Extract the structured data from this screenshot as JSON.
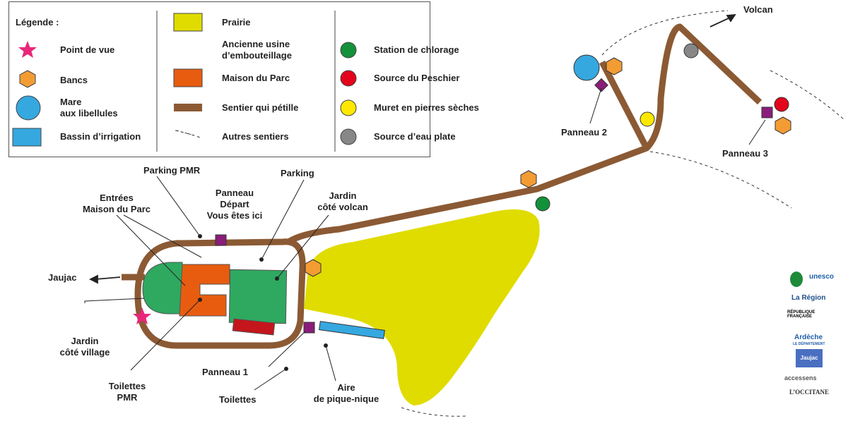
{
  "legend": {
    "title": "Légende :",
    "col1": [
      "Point de vue",
      "Bancs",
      "Mare\naux libellules",
      "Bassin d’irrigation"
    ],
    "col2": [
      "Prairie",
      "Ancienne usine\nd’embouteillage",
      "Maison du Parc",
      "Sentier qui pétille",
      "Autres sentiers"
    ],
    "col3": [
      "Station de chlorage",
      "Source du Peschier",
      "Muret en pierres sèches",
      "Source d’eau plate"
    ]
  },
  "labels": {
    "volcan": "Volcan",
    "panneau2": "Panneau 2",
    "panneau3": "Panneau 3",
    "parking_pmr": "Parking PMR",
    "entrees": "Entrées\nMaison du Parc",
    "panneau_depart": "Panneau\nDépart\nVous êtes ici",
    "parking": "Parking",
    "jardin_volcan": "Jardin\ncôté volcan",
    "jaujac": "Jaujac",
    "jardin_village": "Jardin\ncôté village",
    "toilettes_pmr": "Toilettes\nPMR",
    "panneau1": "Panneau 1",
    "toilettes": "Toilettes",
    "aire": "Aire\nde pique-nique"
  },
  "logos": [
    "unesco",
    "La Région",
    "RÉPUBLIQUE FRANÇAISE",
    "Ardèche",
    "LE DÉPARTEMENT",
    "Jaujac",
    "accessens",
    "L’OCCITANE"
  ],
  "colors": {
    "path": "#8b5a34",
    "prairie": "#e0dc00",
    "maison": "#e85c10",
    "garden": "#2fa860",
    "blue": "#35a8e0",
    "purple": "#8a1d7a",
    "bench": "#f39c34",
    "star": "#e8277a",
    "green": "#13913a",
    "red": "#e3051b",
    "yellow": "#ffe800",
    "grey": "#878787"
  }
}
